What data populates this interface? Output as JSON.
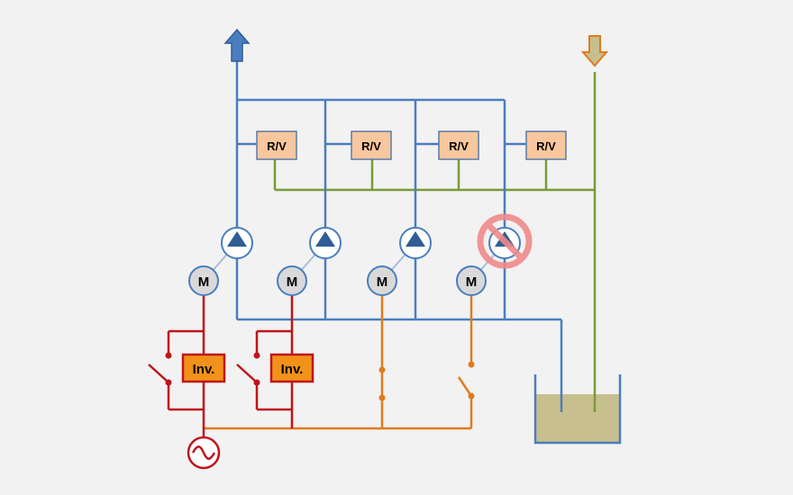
{
  "labels": {
    "rv": [
      "R/V",
      "R/V",
      "R/V",
      "R/V"
    ],
    "motor": [
      "M",
      "M",
      "M",
      "M"
    ],
    "inverter": [
      "Inv.",
      "Inv."
    ]
  },
  "colors": {
    "background": "#f2f2f2",
    "hydraulic_pressure": "#4a7ebf",
    "control_line": "#7a9a3a",
    "power_line": "#e07b1e",
    "inverter_circuit": "#c0141c",
    "rv_box_fill": "#f9c79e",
    "inverter_fill": "#f2921a",
    "tank_fluid": "#c8bf8e",
    "disabled_marker": "#f08a8a"
  },
  "icons": {
    "outlet_arrow": "up-arrow-icon",
    "inlet_arrow": "down-arrow-icon",
    "pump": "pump-icon",
    "motor": "motor-icon",
    "ac_source": "ac-source-icon",
    "disabled": "prohibited-icon"
  }
}
